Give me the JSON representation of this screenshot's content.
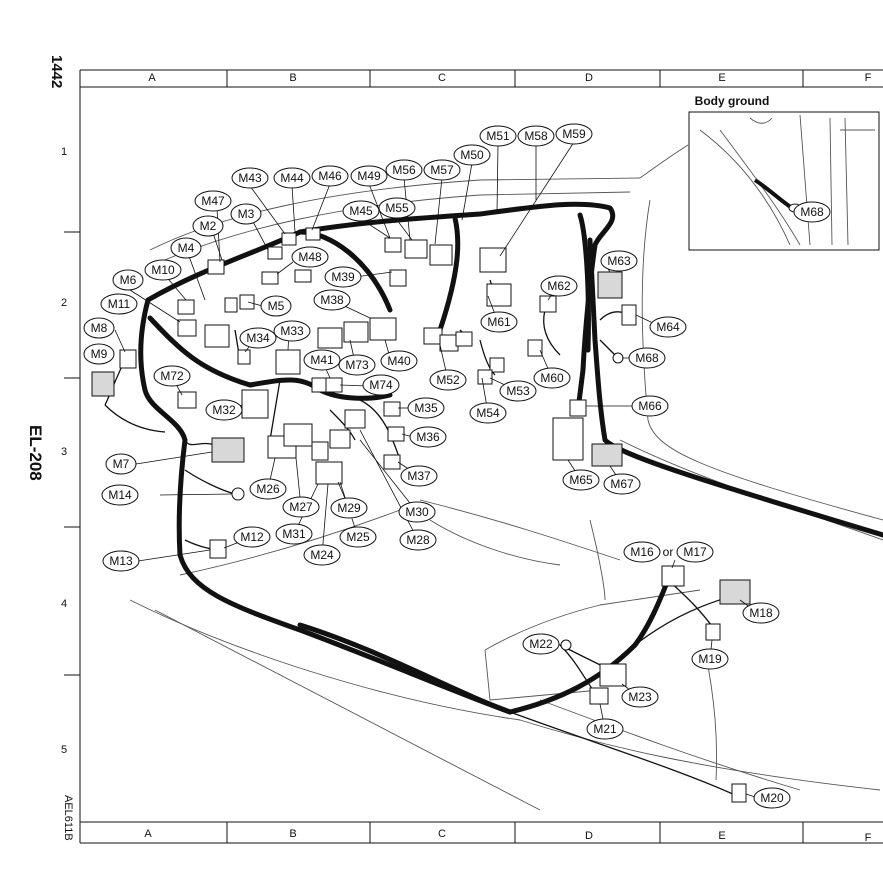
{
  "page": {
    "page_number": "1442",
    "section_code": "EL-208",
    "figure_code": "AEL611B"
  },
  "grid": {
    "columns": [
      "A",
      "B",
      "C",
      "D",
      "E",
      "F"
    ],
    "rows": [
      "1",
      "2",
      "3",
      "4",
      "5"
    ]
  },
  "inset": {
    "title": "Body ground",
    "label": "M68"
  },
  "connectors": [
    {
      "id": "M43",
      "text": "M43"
    },
    {
      "id": "M44",
      "text": "M44"
    },
    {
      "id": "M46",
      "text": "M46"
    },
    {
      "id": "M49",
      "text": "M49"
    },
    {
      "id": "M56",
      "text": "M56"
    },
    {
      "id": "M57",
      "text": "M57"
    },
    {
      "id": "M50",
      "text": "M50"
    },
    {
      "id": "M51",
      "text": "M51"
    },
    {
      "id": "M58",
      "text": "M58"
    },
    {
      "id": "M59",
      "text": "M59"
    },
    {
      "id": "M47",
      "text": "M47"
    },
    {
      "id": "M3",
      "text": "M3"
    },
    {
      "id": "M45",
      "text": "M45"
    },
    {
      "id": "M55",
      "text": "M55"
    },
    {
      "id": "M2",
      "text": "M2"
    },
    {
      "id": "M48",
      "text": "M48"
    },
    {
      "id": "M4",
      "text": "M4"
    },
    {
      "id": "M39",
      "text": "M39"
    },
    {
      "id": "M10",
      "text": "M10"
    },
    {
      "id": "M6",
      "text": "M6"
    },
    {
      "id": "M5",
      "text": "M5"
    },
    {
      "id": "M38",
      "text": "M38"
    },
    {
      "id": "M11",
      "text": "M11"
    },
    {
      "id": "M62",
      "text": "M62"
    },
    {
      "id": "M63",
      "text": "M63"
    },
    {
      "id": "M61",
      "text": "M61"
    },
    {
      "id": "M64",
      "text": "M64"
    },
    {
      "id": "M8",
      "text": "M8"
    },
    {
      "id": "M34",
      "text": "M34"
    },
    {
      "id": "M33",
      "text": "M33"
    },
    {
      "id": "M9",
      "text": "M9"
    },
    {
      "id": "M41",
      "text": "M41"
    },
    {
      "id": "M73",
      "text": "M73"
    },
    {
      "id": "M40",
      "text": "M40"
    },
    {
      "id": "M68b",
      "text": "M68"
    },
    {
      "id": "M72",
      "text": "M72"
    },
    {
      "id": "M52",
      "text": "M52"
    },
    {
      "id": "M60",
      "text": "M60"
    },
    {
      "id": "M74",
      "text": "M74"
    },
    {
      "id": "M53",
      "text": "M53"
    },
    {
      "id": "M32",
      "text": "M32"
    },
    {
      "id": "M35",
      "text": "M35"
    },
    {
      "id": "M54",
      "text": "M54"
    },
    {
      "id": "M66",
      "text": "M66"
    },
    {
      "id": "M36",
      "text": "M36"
    },
    {
      "id": "M7",
      "text": "M7"
    },
    {
      "id": "M37",
      "text": "M37"
    },
    {
      "id": "M65",
      "text": "M65"
    },
    {
      "id": "M26",
      "text": "M26"
    },
    {
      "id": "M67",
      "text": "M67"
    },
    {
      "id": "M14",
      "text": "M14"
    },
    {
      "id": "M27",
      "text": "M27"
    },
    {
      "id": "M29",
      "text": "M29"
    },
    {
      "id": "M30",
      "text": "M30"
    },
    {
      "id": "M31",
      "text": "M31"
    },
    {
      "id": "M25",
      "text": "M25"
    },
    {
      "id": "M28",
      "text": "M28"
    },
    {
      "id": "M12",
      "text": "M12"
    },
    {
      "id": "M24",
      "text": "M24"
    },
    {
      "id": "M16",
      "text": "M16"
    },
    {
      "id": "M17",
      "text": "M17"
    },
    {
      "id": "M13",
      "text": "M13"
    },
    {
      "id": "M18",
      "text": "M18"
    },
    {
      "id": "M22",
      "text": "M22"
    },
    {
      "id": "M19",
      "text": "M19"
    },
    {
      "id": "M23",
      "text": "M23"
    },
    {
      "id": "M21",
      "text": "M21"
    },
    {
      "id": "M20",
      "text": "M20"
    }
  ],
  "or_text": "or"
}
